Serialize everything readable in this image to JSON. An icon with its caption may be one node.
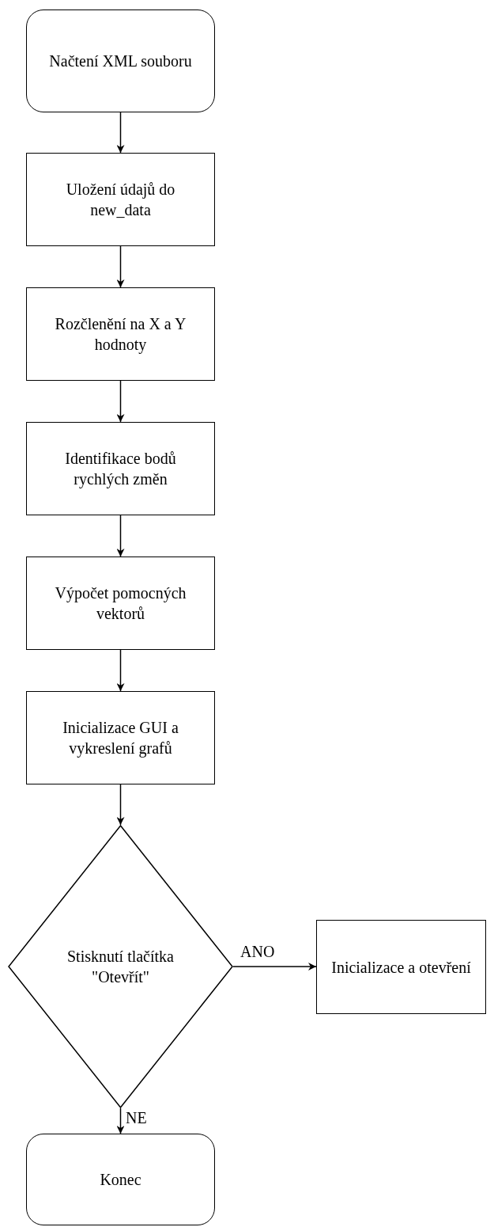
{
  "diagram": {
    "nodes": [
      {
        "text": [
          "Načtení XML souboru"
        ]
      },
      {
        "text": [
          "Uložení údajů do new_data"
        ]
      },
      {
        "text": [
          "Rozčlenění na X a Y hodnoty"
        ]
      },
      {
        "text": [
          "Identifikace bodů rychlých změn"
        ]
      },
      {
        "text": [
          "Výpočet pomocných vektorů"
        ]
      },
      {
        "text": [
          "Inicializace GUI a vykreslení grafů"
        ]
      },
      {
        "text": [
          "Stisknutí tlačítka \"Otevřít\""
        ]
      },
      {
        "text": [
          "Inicializace a otevření"
        ]
      },
      {
        "text": [
          "Konec"
        ]
      }
    ],
    "edges": [
      {
        "from": 0,
        "to": 1,
        "arrow": "to"
      },
      {
        "from": 1,
        "to": 2,
        "arrow": "to"
      },
      {
        "from": 2,
        "to": 3,
        "arrow": "to"
      },
      {
        "from": 3,
        "to": 4,
        "arrow": "to"
      },
      {
        "from": 4,
        "to": 5,
        "arrow": "to"
      },
      {
        "from": 5,
        "to": 6,
        "arrow": "to"
      },
      {
        "from": 6,
        "to": 7,
        "arrow": "to",
        "label": "ANO"
      },
      {
        "from": 6,
        "to": 8,
        "arrow": "to",
        "label": "NE"
      }
    ]
  }
}
